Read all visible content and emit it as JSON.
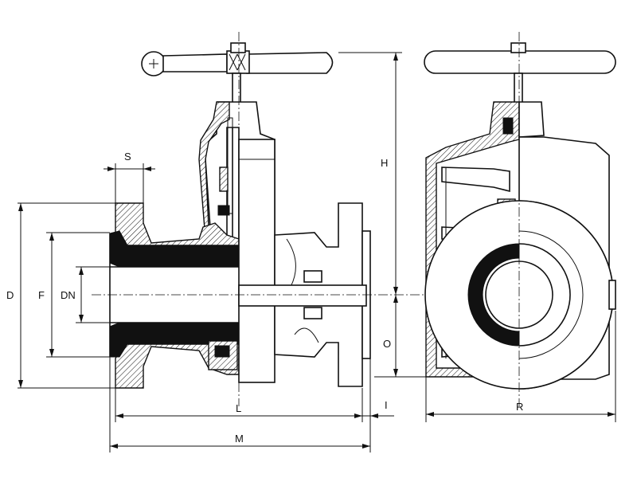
{
  "dimensions": {
    "S": "S",
    "D": "D",
    "F": "F",
    "DN": "DN",
    "H": "H",
    "O": "O",
    "L": "L",
    "I": "I",
    "M": "M",
    "R": "R"
  },
  "colors": {
    "ink": "#111111",
    "paper": "#ffffff"
  }
}
